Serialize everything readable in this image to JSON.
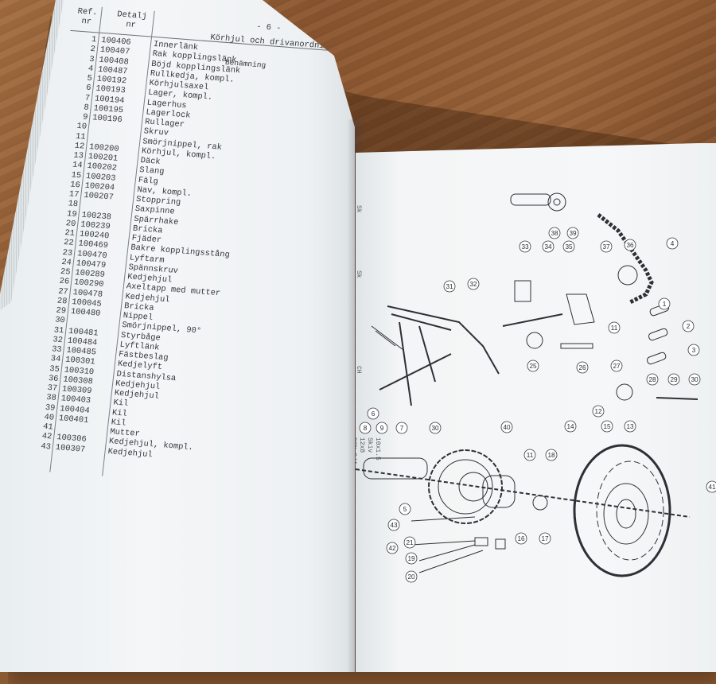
{
  "page_number": "- 6 -",
  "section_title": "Körhjul och drivanordning",
  "header": {
    "ref_line1": "Ref.",
    "ref_line2": "nr",
    "detail_line1": "Detalj",
    "detail_line2": "nr",
    "name": "Benämning"
  },
  "parts": [
    {
      "ref": "1",
      "detail": "100406",
      "name": "Innerlänk"
    },
    {
      "ref": "2",
      "detail": "100407",
      "name": "Rak kopplingslänk"
    },
    {
      "ref": "3",
      "detail": "100408",
      "name": "Böjd kopplingslänk"
    },
    {
      "ref": "4",
      "detail": "100487",
      "name": "Rullkedja, kompl."
    },
    {
      "ref": "5",
      "detail": "100192",
      "name": "Körhjulsaxel"
    },
    {
      "ref": "6",
      "detail": "100193",
      "name": "Lager, kompl."
    },
    {
      "ref": "7",
      "detail": "100194",
      "name": "Lagerhus"
    },
    {
      "ref": "8",
      "detail": "100195",
      "name": "Lagerlock"
    },
    {
      "ref": "9",
      "detail": "100196",
      "name": "Rullager"
    },
    {
      "ref": "10",
      "detail": "",
      "name": "Skruv"
    },
    {
      "ref": "11",
      "detail": "",
      "name": "Smörjnippel, rak"
    },
    {
      "ref": "12",
      "detail": "100200",
      "name": "Körhjul, kompl."
    },
    {
      "ref": "13",
      "detail": "100201",
      "name": "Däck"
    },
    {
      "ref": "14",
      "detail": "100202",
      "name": "Slang"
    },
    {
      "ref": "15",
      "detail": "100203",
      "name": "Fälg"
    },
    {
      "ref": "16",
      "detail": "100204",
      "name": "Nav, kompl."
    },
    {
      "ref": "17",
      "detail": "100207",
      "name": "Stoppring"
    },
    {
      "ref": "18",
      "detail": "",
      "name": "Saxpinne"
    },
    {
      "ref": "19",
      "detail": "100238",
      "name": "Spärrhake"
    },
    {
      "ref": "20",
      "detail": "100239",
      "name": "Bricka"
    },
    {
      "ref": "21",
      "detail": "100240",
      "name": "Fjäder"
    },
    {
      "ref": "22",
      "detail": "100469",
      "name": "Bakre kopplingsstång"
    },
    {
      "ref": "23",
      "detail": "100470",
      "name": "Lyftarm"
    },
    {
      "ref": "24",
      "detail": "100479",
      "name": "Spännskruv"
    },
    {
      "ref": "25",
      "detail": "100289",
      "name": "Kedjehjul"
    },
    {
      "ref": "26",
      "detail": "100290",
      "name": "Axeltapp med mutter"
    },
    {
      "ref": "27",
      "detail": "100478",
      "name": "Kedjehjul"
    },
    {
      "ref": "28",
      "detail": "100045",
      "name": "Bricka"
    },
    {
      "ref": "29",
      "detail": "100480",
      "name": "Nippel"
    },
    {
      "ref": "30",
      "detail": "",
      "name": "Smörjnippel, 90°"
    },
    {
      "ref": "31",
      "detail": "100481",
      "name": "Styrbåge"
    },
    {
      "ref": "32",
      "detail": "100484",
      "name": "Lyftlänk"
    },
    {
      "ref": "33",
      "detail": "100485",
      "name": "Fästbeslag"
    },
    {
      "ref": "34",
      "detail": "100301",
      "name": "Kedjelyft"
    },
    {
      "ref": "35",
      "detail": "100310",
      "name": "Distanshylsa"
    },
    {
      "ref": "36",
      "detail": "100308",
      "name": "Kedjehjul"
    },
    {
      "ref": "37",
      "detail": "100309",
      "name": "Kedjehjul"
    },
    {
      "ref": "38",
      "detail": "100403",
      "name": "Kil"
    },
    {
      "ref": "39",
      "detail": "100404",
      "name": "Kil"
    },
    {
      "ref": "40",
      "detail": "100401",
      "name": "Kil"
    },
    {
      "ref": "41",
      "detail": "",
      "name": "Mutter"
    },
    {
      "ref": "42",
      "detail": "100306",
      "name": "Kedjehjul, kompl."
    },
    {
      "ref": "43",
      "detail": "100307",
      "name": "Kedjehjul"
    }
  ],
  "margin_notes": {
    "note_a": "Sk",
    "note_b": "CH",
    "note_c": "10x1.5",
    "note_d": "Skiv",
    "note_e": "12x8",
    "note_f": "DSN 3/4"
  },
  "diagram_labels": [
    "1",
    "2",
    "3",
    "4",
    "5",
    "6",
    "7",
    "8",
    "9",
    "11",
    "11",
    "12",
    "13",
    "14",
    "15",
    "16",
    "17",
    "18",
    "19",
    "20",
    "21",
    "25",
    "26",
    "27",
    "28",
    "29",
    "30",
    "30",
    "31",
    "32",
    "33",
    "34",
    "35",
    "36",
    "37",
    "38",
    "39",
    "40",
    "41",
    "42",
    "43"
  ],
  "colors": {
    "paper": "#f4f6f7",
    "ink": "#35373d",
    "table": "#d8c9a8"
  }
}
